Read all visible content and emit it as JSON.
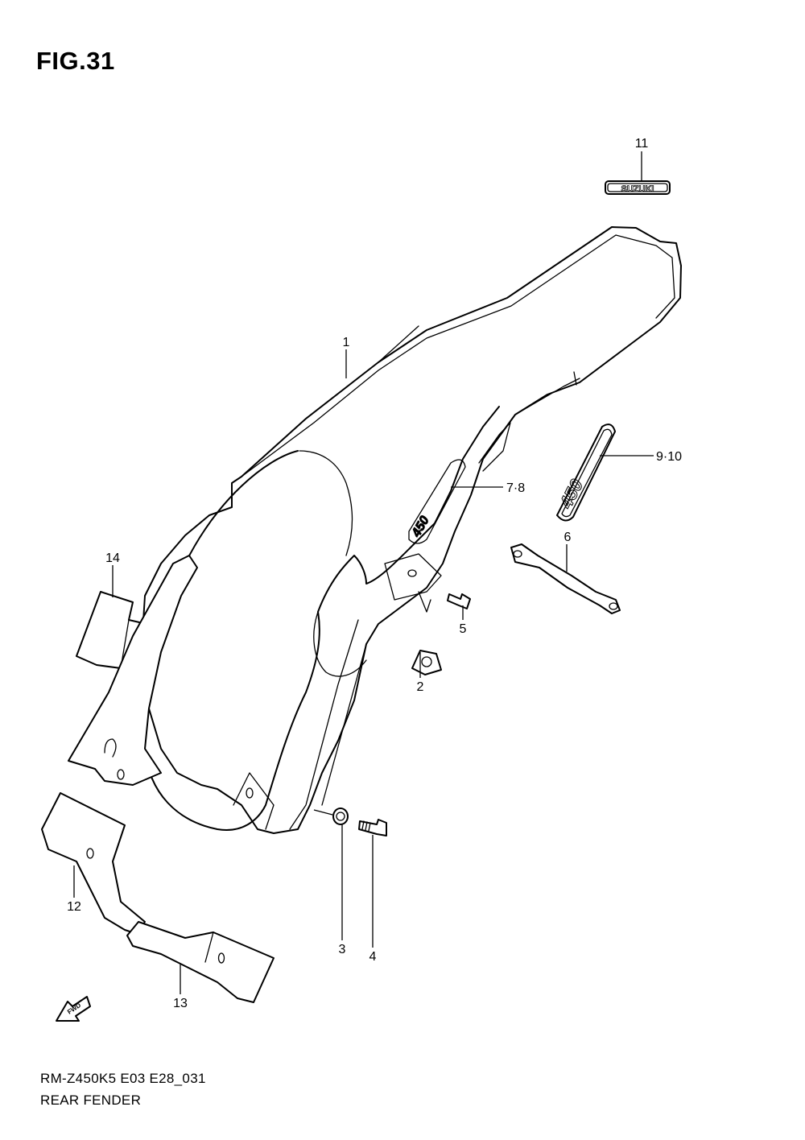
{
  "figure": {
    "title": "FIG.31"
  },
  "callouts": {
    "c1": "1",
    "c2": "2",
    "c3": "3",
    "c4": "4",
    "c5": "5",
    "c6": "6",
    "c78": "7·8",
    "c910": "9·10",
    "c11": "11",
    "c12": "12",
    "c13": "13",
    "c14": "14"
  },
  "decals": {
    "logo_text": "SUZUKI",
    "number_text": "450",
    "fwd_text": "FWD"
  },
  "footer": {
    "model_code": "RM-Z450K5  E03  E28_031",
    "section_name": "REAR FENDER"
  }
}
